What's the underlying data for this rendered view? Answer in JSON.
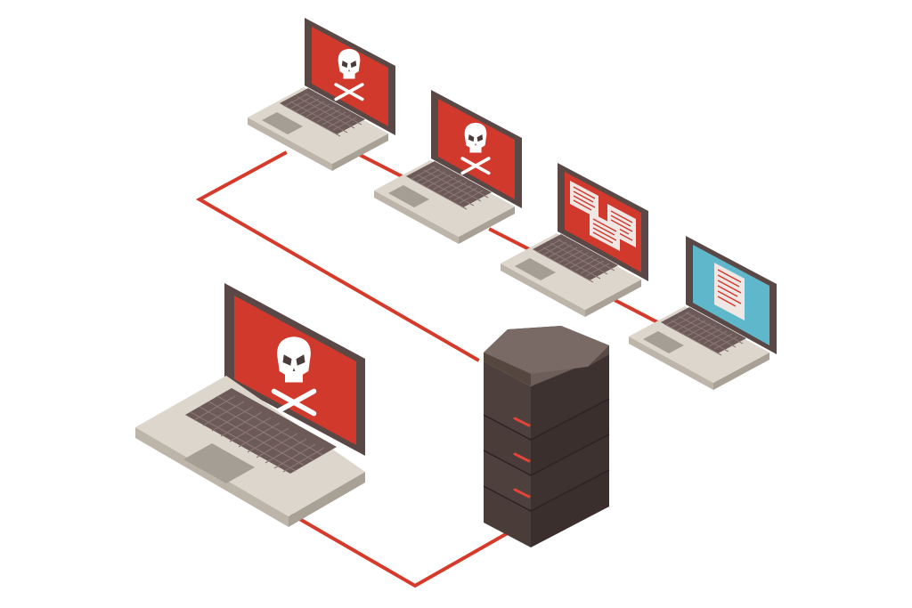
{
  "colors": {
    "background": "#ffffff",
    "cable": "#d63a2b",
    "screen_infected": "#d0392c",
    "screen_clean": "#5fb7cc",
    "laptop_frame": "#5a4846",
    "laptop_base_top": "#dcd6cc",
    "laptop_base_side": "#bdb5aa",
    "keyboard": "#6b5a57",
    "touchpad": "#a59e94",
    "skull": "#ffffff",
    "server_top": "#6e5e5a",
    "server_left": "#4a3c39",
    "server_right": "#3a2f2d",
    "server_led": "#e0443a",
    "window_panel": "#f0e6e4",
    "window_line": "#d0392c"
  },
  "nodes": [
    {
      "id": "laptop-1",
      "state": "infected",
      "screen_icon": "skull-crossbones-icon"
    },
    {
      "id": "laptop-2",
      "state": "infected",
      "screen_icon": "skull-crossbones-icon"
    },
    {
      "id": "laptop-3",
      "state": "compromised",
      "screen_icon": "popup-windows-icon"
    },
    {
      "id": "laptop-4",
      "state": "clean",
      "screen_icon": "document-icon"
    },
    {
      "id": "laptop-5",
      "state": "infected",
      "screen_icon": "skull-crossbones-icon"
    },
    {
      "id": "server",
      "state": "hub",
      "screen_icon": "server-icon"
    }
  ]
}
